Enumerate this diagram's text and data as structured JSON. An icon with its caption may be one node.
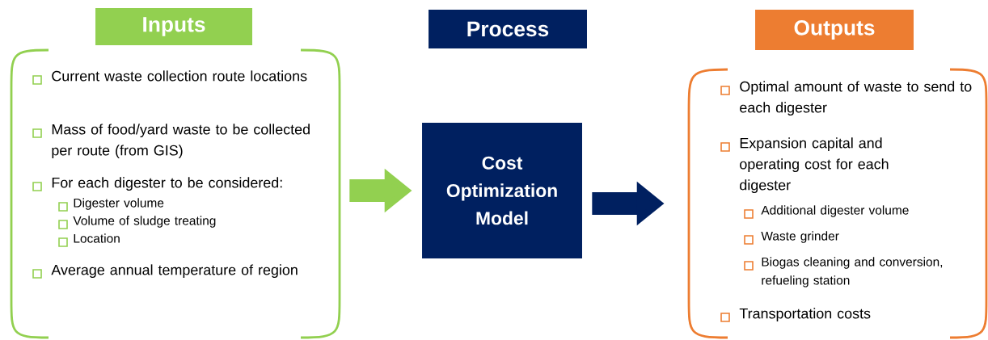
{
  "diagram": {
    "nodes": [
      {
        "text": [
          "Inputs"
        ]
      },
      {
        "text": [
          "Process"
        ]
      },
      {
        "text": [
          "Outputs"
        ]
      },
      {
        "text": [
          "Current waste collection route locations",
          "Mass of food/yard waste to be collected per route (from GIS)",
          "For each digester to be considered:",
          "Digester volume",
          "Volume of sludge treating",
          "Location",
          "Average annual temperature of region"
        ]
      },
      {
        "text": [
          "Cost Optimization Model"
        ]
      },
      {
        "text": [
          "Optimal amount of waste to send to each digester",
          "Expansion capital and operating cost for each digester",
          "Additional digester volume",
          "Waste grinder",
          "Biogas cleaning and conversion, refueling station",
          "Transportation costs"
        ]
      }
    ],
    "edges": [
      {
        "from": 3,
        "to": 4,
        "arrow": "to",
        "color": "#92d050"
      },
      {
        "from": 4,
        "to": 5,
        "arrow": "to",
        "color": "#002060"
      }
    ]
  }
}
